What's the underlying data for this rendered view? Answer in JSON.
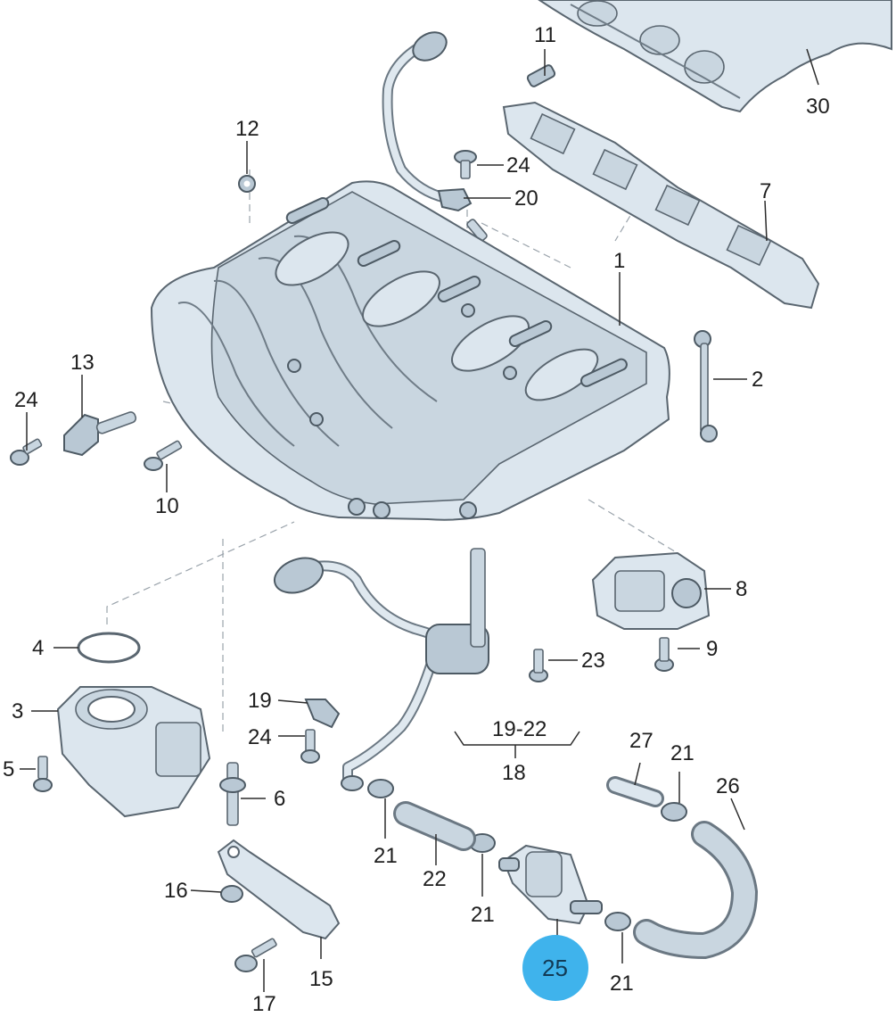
{
  "callouts": {
    "c1": "1",
    "c2": "2",
    "c3": "3",
    "c4": "4",
    "c5": "5",
    "c6": "6",
    "c7": "7",
    "c8": "8",
    "c9": "9",
    "c10": "10",
    "c11": "11",
    "c12": "12",
    "c13": "13",
    "c15": "15",
    "c16": "16",
    "c17": "17",
    "c18": "18",
    "c19": "19",
    "c19_22": "19-22",
    "c20": "20",
    "c21a": "21",
    "c21b": "21",
    "c21c": "21",
    "c21d": "21",
    "c22": "22",
    "c23": "23",
    "c24a": "24",
    "c24b": "24",
    "c24c": "24",
    "c25": "25",
    "c26": "26",
    "c27": "27",
    "c30": "30"
  },
  "highlighted_part": "25",
  "colors": {
    "highlight": "#3fb3ec",
    "part_fill": "#dce6ee",
    "outline": "#5a6670"
  }
}
